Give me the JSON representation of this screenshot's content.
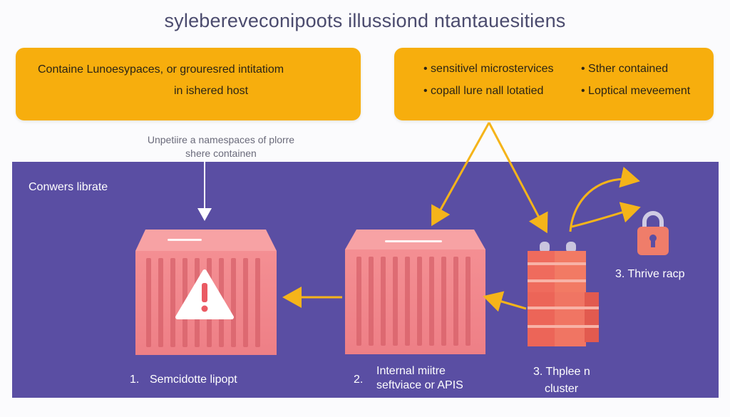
{
  "title": "sylebereveconipoots illussiond  ntantauesitiens",
  "callout_left": {
    "line1": "Containe Lunoesypaces, or grouresred intitatiom",
    "line2": "in ishered host"
  },
  "callout_right": {
    "col1": [
      "• sensitivel microstervices",
      "• copall lure nall lotatied"
    ],
    "col2": [
      "• Sther contained",
      "• Loptical meveement"
    ]
  },
  "note": {
    "line1": "Unpetiire a namespaces of plorre",
    "line2": "shere containen"
  },
  "panel": {
    "label": "Conwers librate"
  },
  "steps": {
    "s1_num": "1.",
    "s1_label": "Semcidotte lipopt",
    "s2_num": "2.",
    "s2_line1": "Internal miitre",
    "s2_line2": "seftviace or APIS",
    "s3_line1": "3. Thplee n",
    "s3_line2": "cluster",
    "s4_label": "3. Thrive racp"
  },
  "colors": {
    "background": "#fbfbfd",
    "callout": "#f7ae0d",
    "panel": "#5a4ea3",
    "container": "#f3868a",
    "arrow_yellow": "#f5b41a",
    "lock": "#ef7d6a"
  },
  "icons": [
    "warning-icon",
    "lock-icon",
    "container-icon",
    "server-cluster-icon"
  ]
}
